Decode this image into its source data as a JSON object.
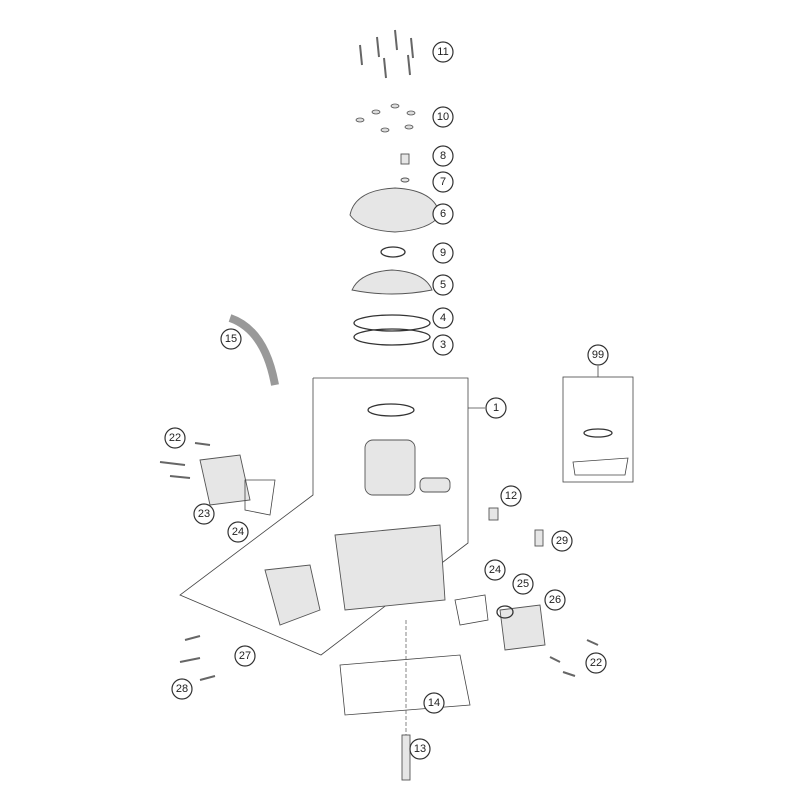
{
  "diagram": {
    "callouts": [
      {
        "id": "c11",
        "label": "11"
      },
      {
        "id": "c10",
        "label": "10"
      },
      {
        "id": "c8",
        "label": "8"
      },
      {
        "id": "c7",
        "label": "7"
      },
      {
        "id": "c6",
        "label": "6"
      },
      {
        "id": "c9",
        "label": "9"
      },
      {
        "id": "c5",
        "label": "5"
      },
      {
        "id": "c4",
        "label": "4"
      },
      {
        "id": "c3",
        "label": "3"
      },
      {
        "id": "c15",
        "label": "15"
      },
      {
        "id": "c99",
        "label": "99"
      },
      {
        "id": "c1",
        "label": "1"
      },
      {
        "id": "c22a",
        "label": "22"
      },
      {
        "id": "c12",
        "label": "12"
      },
      {
        "id": "c23",
        "label": "23"
      },
      {
        "id": "c24a",
        "label": "24"
      },
      {
        "id": "c29",
        "label": "29"
      },
      {
        "id": "c24b",
        "label": "24"
      },
      {
        "id": "c25",
        "label": "25"
      },
      {
        "id": "c26",
        "label": "26"
      },
      {
        "id": "c27",
        "label": "27"
      },
      {
        "id": "c22b",
        "label": "22"
      },
      {
        "id": "c28",
        "label": "28"
      },
      {
        "id": "c14",
        "label": "14"
      },
      {
        "id": "c13",
        "label": "13"
      }
    ]
  }
}
